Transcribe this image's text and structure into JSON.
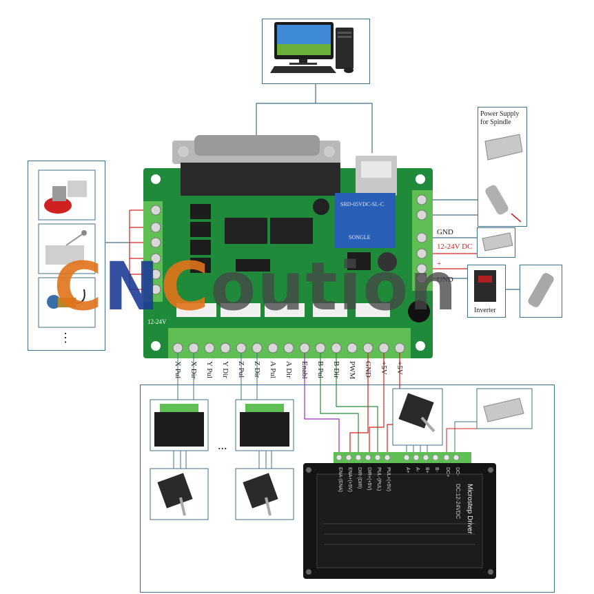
{
  "power_supply_spindle_label": "Power Supply\nfor Spindle",
  "gnd_label_1": "GND",
  "dc_label": "12-24V DC",
  "plus_label": "+",
  "gnd_label_2": "GND",
  "inverter_label": "Inverter",
  "ellipsis_left": "⋮",
  "ellipsis_bottom": "...",
  "relay_text": "SRD-05VDC-SL-C",
  "relay_brand": "SONGLE",
  "board_voltage": "12-24V",
  "bottom_terminal_labels": [
    "X Pul",
    "X Dir",
    "Y Pul",
    "Y Dir",
    "Z Pul",
    "Z Dir",
    "A Pul",
    "A Dir",
    "Enabl",
    "B Pul",
    "B Dir",
    "PWM",
    "GND",
    "+5V",
    "+5V"
  ],
  "driver_title": "Microstep Driver",
  "driver_voltage": "DC:12-24VDC",
  "driver_pins": [
    "ENA-(ENA)",
    "ENA+(+5V)",
    "DIR-(DIR)",
    "DIR+(+5V)",
    "PUL-(PUL)",
    "PUL+(+5V)",
    "A+",
    "A-",
    "B+",
    "B-",
    "DC+",
    "DC-"
  ],
  "watermark": {
    "p1": "C",
    "p2": "N",
    "p3": "C",
    "p4": "oution"
  },
  "colors": {
    "board": "#1f8a3a",
    "terminal": "#5fbf55",
    "frame": "#3d6f86",
    "wire_red": "#d02020",
    "wire_purple": "#9b30c0",
    "wire_green": "#2a8a3a"
  }
}
